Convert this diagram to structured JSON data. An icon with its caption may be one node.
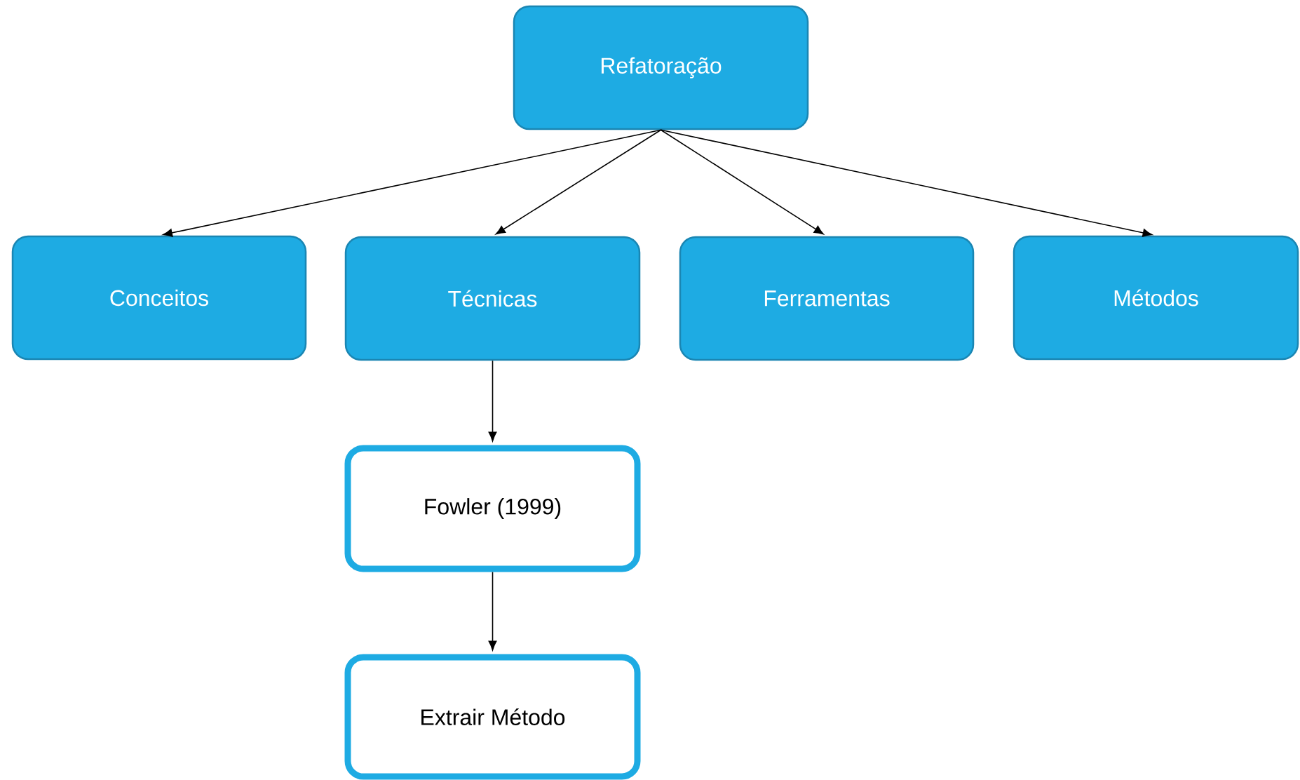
{
  "diagram": {
    "nodes": [
      {
        "text": [
          "Refatoração"
        ]
      },
      {
        "text": [
          "Conceitos"
        ]
      },
      {
        "text": [
          "Técnicas"
        ]
      },
      {
        "text": [
          "Ferramentas"
        ]
      },
      {
        "text": [
          "Métodos"
        ]
      },
      {
        "text": [
          "Fowler (1999)"
        ]
      },
      {
        "text": [
          "Extrair Método"
        ]
      }
    ],
    "edges": [
      {
        "from": 0,
        "to": 1,
        "arrow": "to"
      },
      {
        "from": 0,
        "to": 2,
        "arrow": "to"
      },
      {
        "from": 0,
        "to": 3,
        "arrow": "to"
      },
      {
        "from": 0,
        "to": 4,
        "arrow": "to"
      },
      {
        "from": 2,
        "to": 5,
        "arrow": "to"
      },
      {
        "from": 5,
        "to": 6,
        "arrow": "to"
      }
    ]
  }
}
